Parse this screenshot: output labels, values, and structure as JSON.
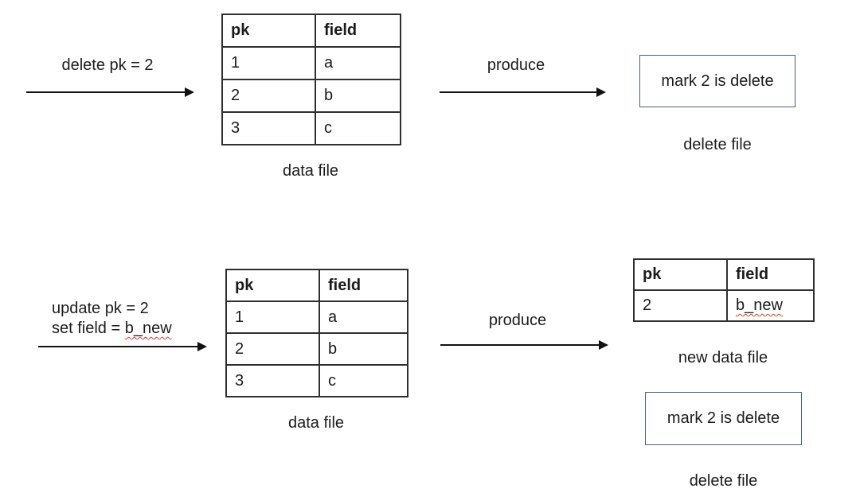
{
  "colors": {
    "background": "#ffffff",
    "text": "#1c1c1c",
    "table_border": "#2f2f2f",
    "box_border": "#4d5d7d",
    "arrow": "#111111",
    "squiggle": "#d9402c"
  },
  "top": {
    "action_label": "delete pk = 2",
    "produce_label": "produce",
    "data_table": {
      "headers": [
        "pk",
        "field"
      ],
      "rows": [
        [
          "1",
          "a"
        ],
        [
          "2",
          "b"
        ],
        [
          "3",
          "c"
        ]
      ],
      "caption": "data file"
    },
    "delete_box": {
      "text": "mark 2 is delete",
      "caption": "delete file"
    }
  },
  "bottom": {
    "action_line1": "update pk = 2",
    "action_line2_prefix": "set field = ",
    "action_line2_term": "b_new",
    "produce_label": "produce",
    "data_table": {
      "headers": [
        "pk",
        "field"
      ],
      "rows": [
        [
          "1",
          "a"
        ],
        [
          "2",
          "b"
        ],
        [
          "3",
          "c"
        ]
      ],
      "caption": "data file"
    },
    "new_data_table": {
      "headers": [
        "pk",
        "field"
      ],
      "rows": [
        [
          "2",
          "b_new"
        ]
      ],
      "caption": "new data file"
    },
    "delete_box": {
      "text": "mark 2 is delete",
      "caption": "delete file"
    }
  }
}
